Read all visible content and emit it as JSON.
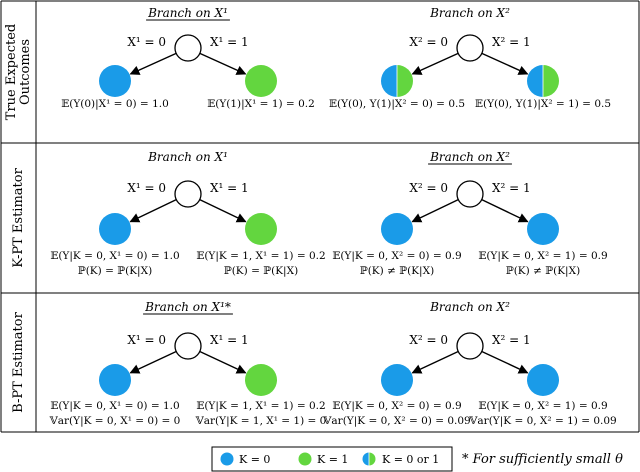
{
  "colors": {
    "k0": "#1a9be8",
    "k1": "#63d63f",
    "stroke": "#000000"
  },
  "rows": [
    {
      "title_lines": [
        "True Expected",
        "Outcomes"
      ],
      "trees": [
        {
          "title": "Branch on X¹",
          "underlined": true,
          "left_label": "X¹ = 0",
          "right_label": "X¹ = 1",
          "left_node": "k0",
          "right_node": "k1",
          "left_caption": [
            "𝔼(Y(0)|X¹ = 0) = 1.0"
          ],
          "right_caption": [
            "𝔼(Y(1)|X¹ = 1) = 0.2"
          ]
        },
        {
          "title": "Branch on X²",
          "underlined": false,
          "left_label": "X² = 0",
          "right_label": "X² = 1",
          "left_node": "split",
          "right_node": "split",
          "left_caption": [
            "𝔼(Y(0), Y(1)|X² = 0) = 0.5"
          ],
          "right_caption": [
            "𝔼(Y(0), Y(1)|X² = 1) = 0.5"
          ]
        }
      ]
    },
    {
      "title_lines": [
        "K-PT Estimator"
      ],
      "trees": [
        {
          "title": "Branch on X¹",
          "underlined": false,
          "left_label": "X¹ = 0",
          "right_label": "X¹ = 1",
          "left_node": "k0",
          "right_node": "k1",
          "left_caption": [
            "𝔼(Y|K = 0, X¹ = 0) = 1.0",
            "ℙ(K) = ℙ(K|X)"
          ],
          "right_caption": [
            "𝔼(Y|K = 1, X¹ = 1) = 0.2",
            "ℙ(K) = ℙ(K|X)"
          ]
        },
        {
          "title": "Branch on X²",
          "underlined": true,
          "left_label": "X² = 0",
          "right_label": "X² = 1",
          "left_node": "k0",
          "right_node": "k0",
          "left_caption": [
            "𝔼(Y|K = 0, X² = 0) = 0.9",
            "ℙ(K) ≠ ℙ(K|X)"
          ],
          "right_caption": [
            "𝔼(Y|K = 0, X² = 1) = 0.9",
            "ℙ(K) ≠ ℙ(K|X)"
          ]
        }
      ]
    },
    {
      "title_lines": [
        "B-PT Estimator"
      ],
      "trees": [
        {
          "title": "Branch on X¹*",
          "underlined": true,
          "left_label": "X¹ = 0",
          "right_label": "X¹ = 1",
          "left_node": "k0",
          "right_node": "k1",
          "left_caption": [
            "𝔼(Y|K = 0, X¹ = 0) = 1.0",
            "𝕍ar(Y|K = 0, X¹ = 0) = 0"
          ],
          "right_caption": [
            "𝔼(Y|K = 1, X¹ = 1) = 0.2",
            "𝕍ar(Y|K = 1, X¹ = 1) = 0"
          ]
        },
        {
          "title": "Branch on X²",
          "underlined": false,
          "left_label": "X² = 0",
          "right_label": "X² = 1",
          "left_node": "k0",
          "right_node": "k0",
          "left_caption": [
            "𝔼(Y|K = 0, X² = 0) = 0.9",
            "𝕍ar(Y|K = 0, X² = 0) = 0.09"
          ],
          "right_caption": [
            "𝔼(Y|K = 0, X² = 1) = 0.9",
            "𝕍ar(Y|K = 0, X² = 1) = 0.09"
          ]
        }
      ]
    }
  ],
  "legend": [
    {
      "kind": "k0",
      "label": "K = 0"
    },
    {
      "kind": "k1",
      "label": "K = 1"
    },
    {
      "kind": "split",
      "label": "K = 0 or 1"
    }
  ],
  "footnote": "* For sufficiently small θ"
}
